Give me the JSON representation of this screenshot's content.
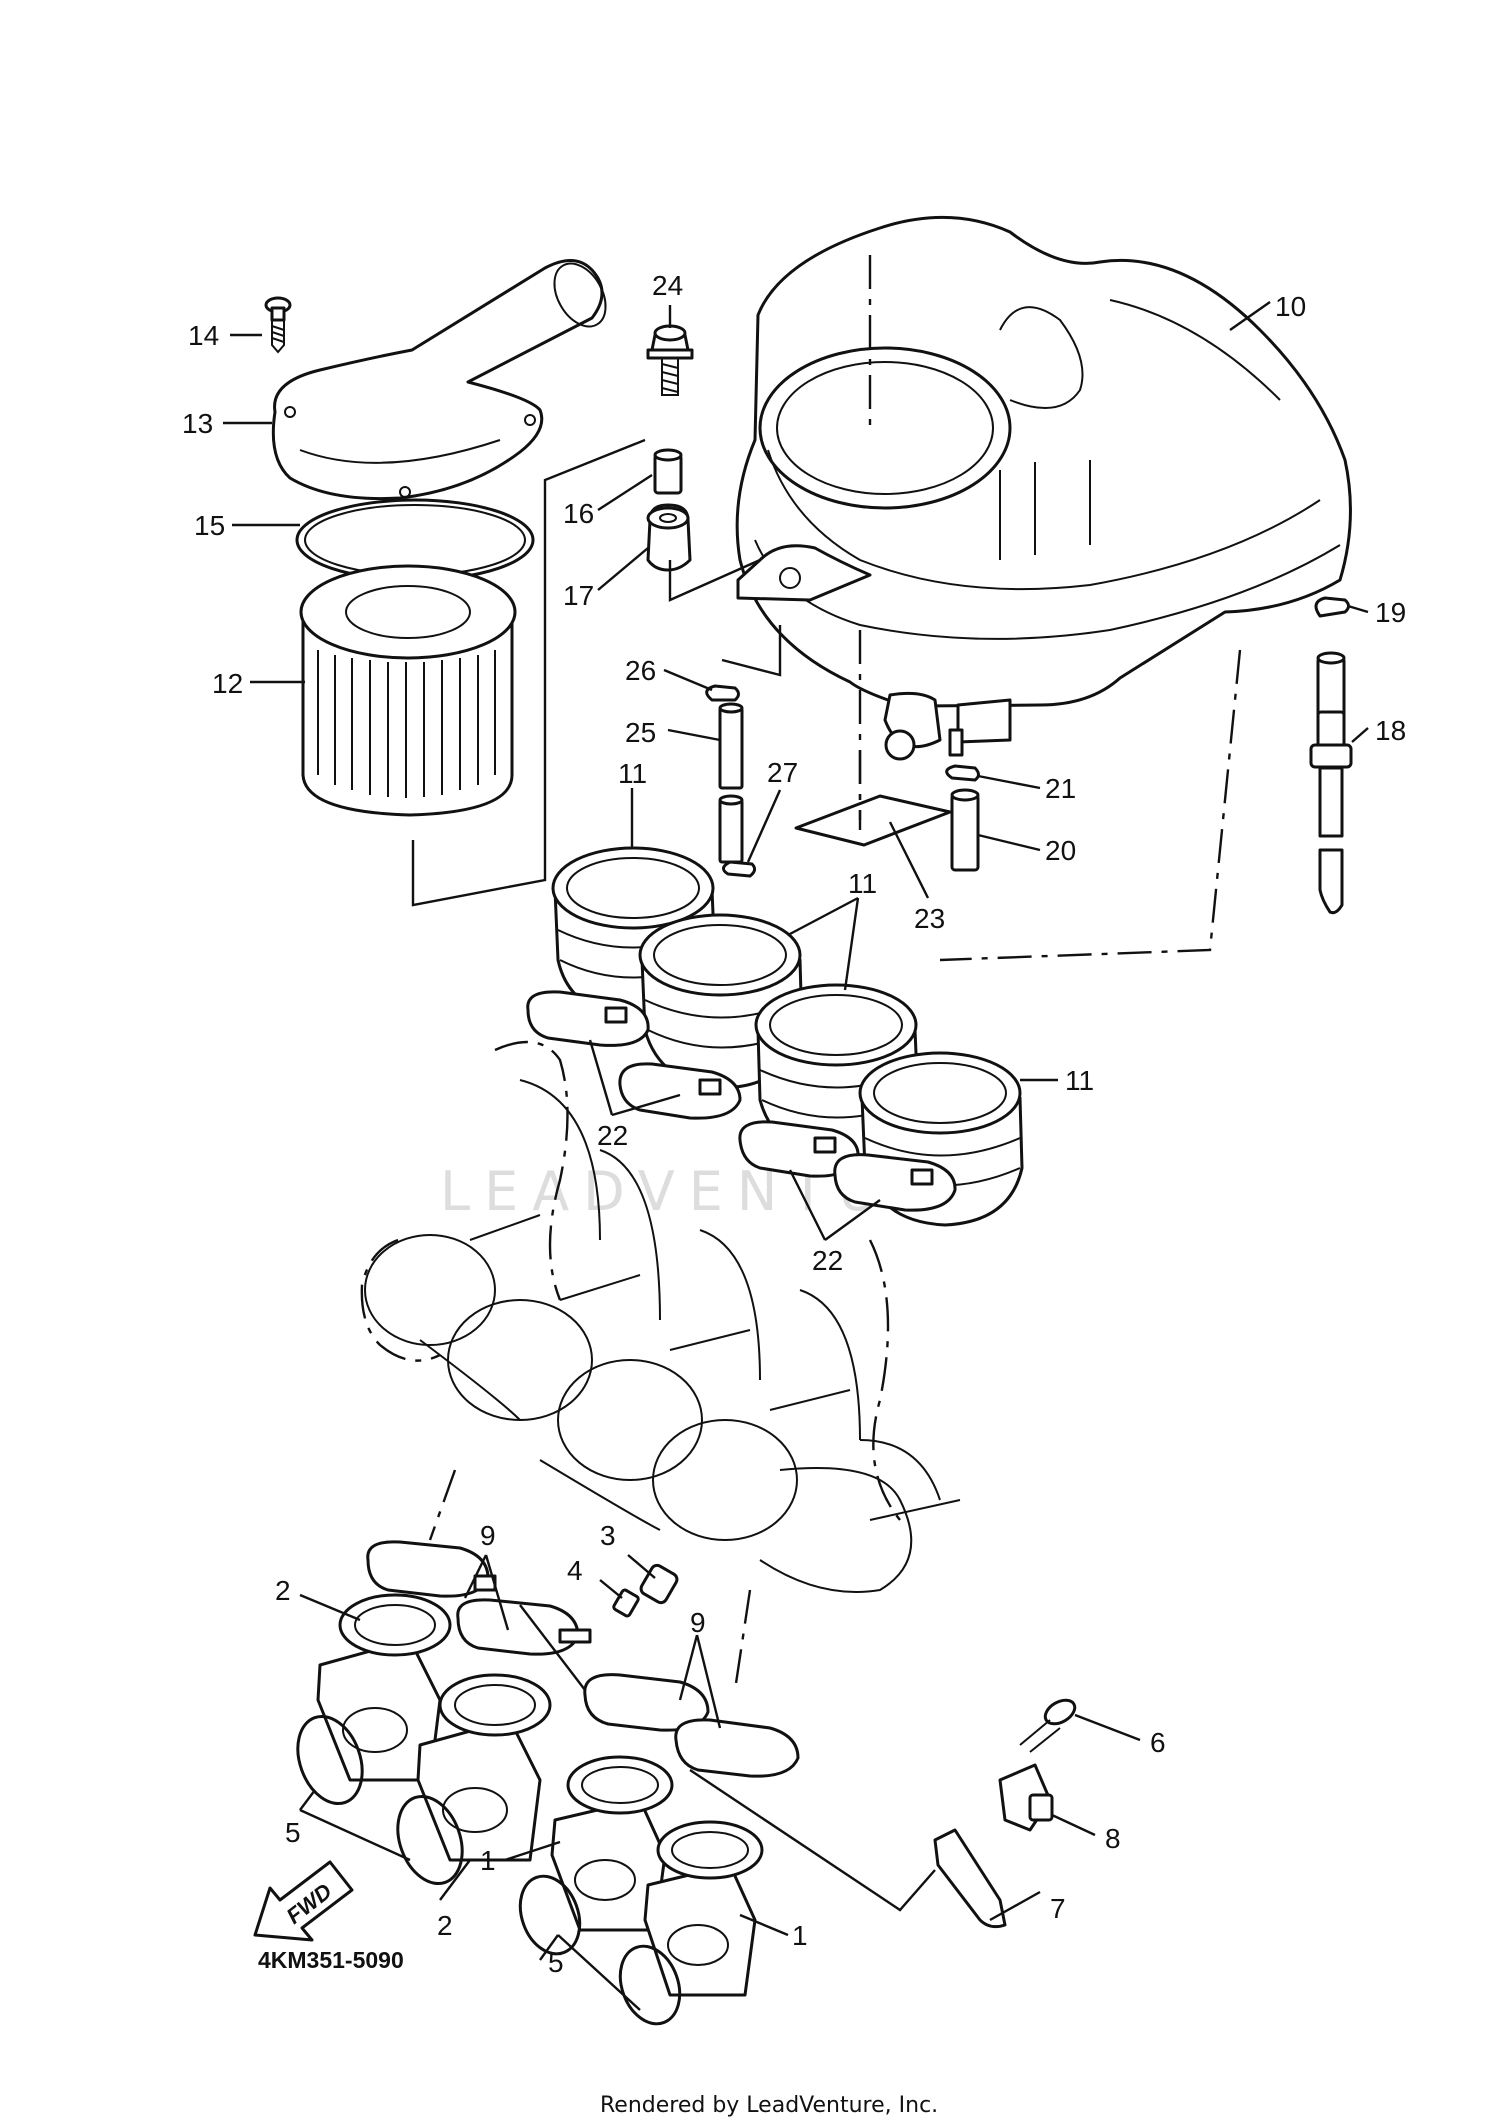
{
  "diagram": {
    "watermark": "LEADVENTURE",
    "diagram_code": "4KM351-5090",
    "direction_label": "FWD",
    "credit": "Rendered by LeadVenture, Inc.",
    "callouts": [
      {
        "id": "c14",
        "label": "14"
      },
      {
        "id": "c13",
        "label": "13"
      },
      {
        "id": "c15",
        "label": "15"
      },
      {
        "id": "c12",
        "label": "12"
      },
      {
        "id": "c24",
        "label": "24"
      },
      {
        "id": "c16",
        "label": "16"
      },
      {
        "id": "c17",
        "label": "17"
      },
      {
        "id": "c10",
        "label": "10"
      },
      {
        "id": "c19",
        "label": "19"
      },
      {
        "id": "c18",
        "label": "18"
      },
      {
        "id": "c26",
        "label": "26"
      },
      {
        "id": "c25",
        "label": "25"
      },
      {
        "id": "c27",
        "label": "27"
      },
      {
        "id": "c21",
        "label": "21"
      },
      {
        "id": "c20",
        "label": "20"
      },
      {
        "id": "c23",
        "label": "23"
      },
      {
        "id": "c11a",
        "label": "11"
      },
      {
        "id": "c11b",
        "label": "11"
      },
      {
        "id": "c11c",
        "label": "11"
      },
      {
        "id": "c22a",
        "label": "22"
      },
      {
        "id": "c22b",
        "label": "22"
      },
      {
        "id": "c9a",
        "label": "9"
      },
      {
        "id": "c3",
        "label": "3"
      },
      {
        "id": "c4",
        "label": "4"
      },
      {
        "id": "c2a",
        "label": "2"
      },
      {
        "id": "c9b",
        "label": "9"
      },
      {
        "id": "c6",
        "label": "6"
      },
      {
        "id": "c8",
        "label": "8"
      },
      {
        "id": "c5a",
        "label": "5"
      },
      {
        "id": "c2b",
        "label": "2"
      },
      {
        "id": "c1a",
        "label": "1"
      },
      {
        "id": "c1b",
        "label": "1"
      },
      {
        "id": "c7",
        "label": "7"
      },
      {
        "id": "c5b",
        "label": "5"
      }
    ]
  }
}
